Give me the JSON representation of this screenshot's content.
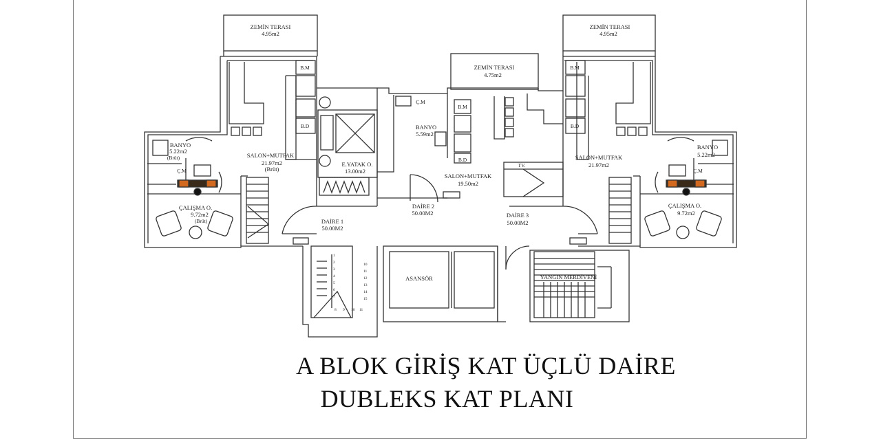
{
  "title": {
    "line1": "A BLOK GİRİŞ KAT ÜÇLÜ DAİRE",
    "line2": "DUBLEKS KAT PLANI"
  },
  "plan": {
    "daire1": {
      "name": "DAİRE 1",
      "area": "50.00M2",
      "zemin_terasi": {
        "label": "ZEMİN TERASI",
        "area": "4.95m2"
      },
      "salon_mutfak": {
        "label": "SALON+MUTFAK",
        "area": "21.97m2",
        "note": "(Brüt)"
      },
      "banyo": {
        "label": "BANYO",
        "area": "5.22m2",
        "note": "(Brüt)"
      },
      "calisma": {
        "label": "ÇALIŞMA O.",
        "area": "9.72m2",
        "note": "(Brüt)"
      },
      "cm": "Ç.M",
      "bm": "B.M",
      "bd": "B.D"
    },
    "daire2": {
      "name": "DAİRE 2",
      "area": "50.00M2",
      "zemin_terasi": {
        "label": "ZEMİN TERASI",
        "area": "4.75m2"
      },
      "yatak": {
        "label": "E.YATAK O.",
        "area": "13.00m2"
      },
      "banyo": {
        "label": "BANYO",
        "area": "5.59m2"
      },
      "salon_mutfak": {
        "label": "SALON+MUTFAK",
        "area": "19.50m2"
      },
      "cm": "Ç.M",
      "bm": "B.M",
      "bd": "B.D",
      "tv": "TV."
    },
    "daire3": {
      "name": "DAİRE 3",
      "area": "50.00M2",
      "zemin_terasi": {
        "label": "ZEMİN TERASI",
        "area": "4.95m2"
      },
      "salon_mutfak": {
        "label": "SALON+MUTFAK",
        "area": "21.97m2"
      },
      "banyo": {
        "label": "BANYO",
        "area": "5.22m2"
      },
      "calisma": {
        "label": "ÇALIŞMA O.",
        "area": "9.72m2"
      },
      "cm": "Ç.M",
      "bm": "B.M",
      "bd": "B.D"
    },
    "core": {
      "asansor": "ASANSÖR",
      "yangin": "YANGIN MERDİVENİ",
      "stair_left": [
        "1",
        "2",
        "3",
        "4",
        "5",
        "6",
        "7"
      ],
      "stair_right": [
        "10",
        "11",
        "12",
        "13",
        "14",
        "15"
      ],
      "stair_bottom": [
        "8",
        "9",
        "10",
        "11"
      ]
    }
  }
}
